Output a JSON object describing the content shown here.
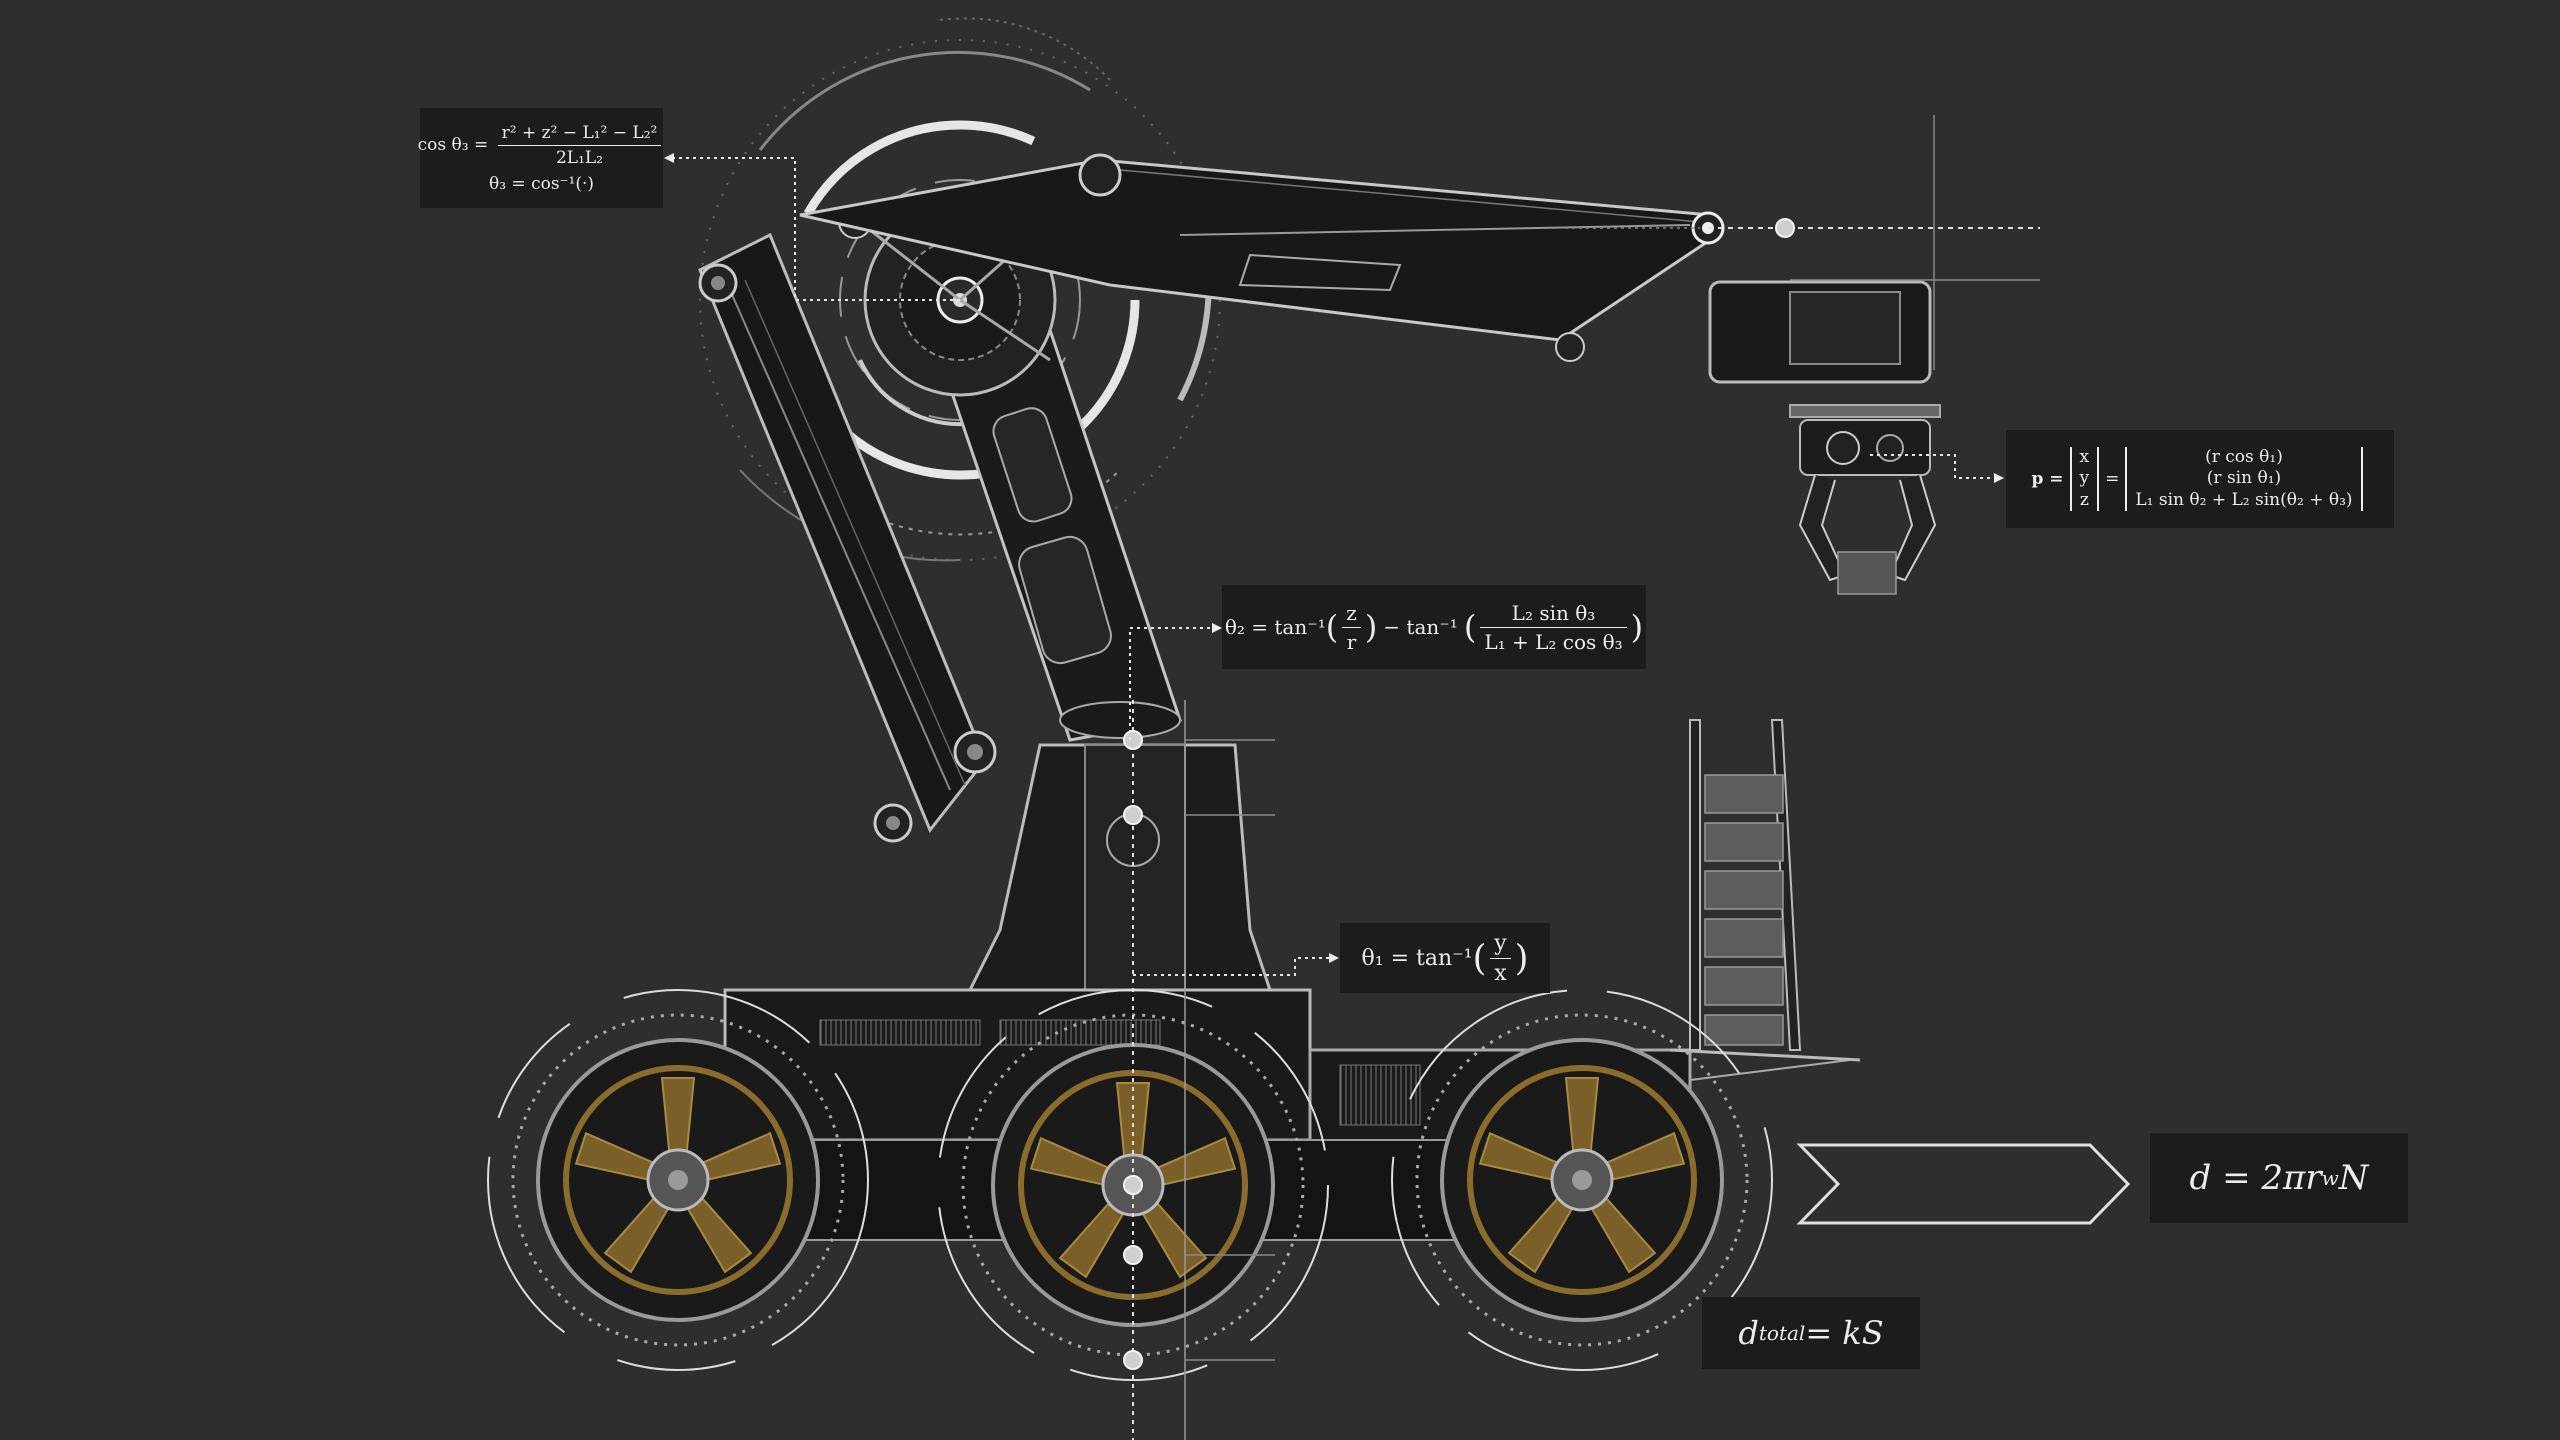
{
  "equations": {
    "theta3": {
      "lhs": "cos θ₃ =",
      "numerator": "r² + z² − L₁² − L₂²",
      "denominator": "2L₁L₂",
      "line2": "θ₃ = cos⁻¹(·)"
    },
    "theta2": {
      "lhs": "θ₂ = tan⁻¹",
      "frac1_num": "z",
      "frac1_den": "r",
      "minus": "− tan⁻¹",
      "frac2_num": "L₂ sin θ₃",
      "frac2_den": "L₁ + L₂ cos θ₃"
    },
    "theta1": {
      "lhs": "θ₁ = tan⁻¹",
      "frac_num": "y",
      "frac_den": "x"
    },
    "position": {
      "lhs": "p =",
      "vec": [
        "x",
        "y",
        "z"
      ],
      "eq": "=",
      "rows": [
        "(r cos θ₁)",
        "(r sin θ₁)",
        "L₁ sin θ₂ + L₂ sin(θ₂ + θ₃)"
      ]
    },
    "distance": "d = 2πr",
    "distance_sub": "w",
    "distance_tail": "N",
    "total": "d",
    "total_sub": "total",
    "total_tail": " = kS"
  },
  "colors": {
    "background": "#2e2e2e",
    "line": "#d8d8d8",
    "wheel_gold": "#8a6d2c",
    "box": "#1c1c1c"
  }
}
